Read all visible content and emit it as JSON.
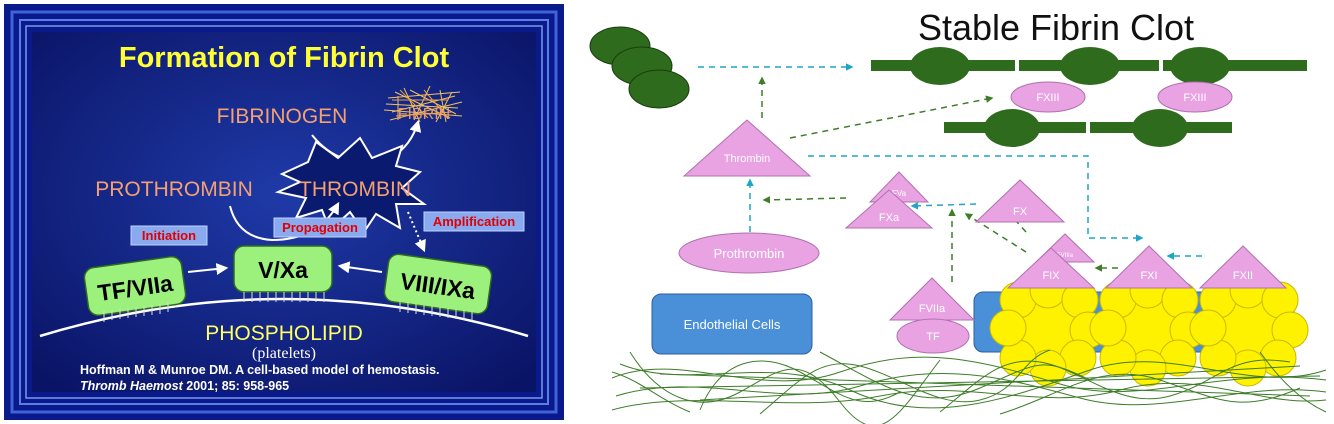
{
  "left_slide": {
    "title": "Formation of Fibrin Clot",
    "fibrinogen": "FIBRINOGEN",
    "fibrin": "FIBRIN",
    "prothrombin": "PROTHROMBIN",
    "thrombin": "THROMBIN",
    "initiation": "Initiation",
    "propagation": "Propagation",
    "amplification": "Amplification",
    "tf_viia": "TF/VIIa",
    "v_xa": "V/Xa",
    "viii_ixa": "VIII/IXa",
    "phospholipid": "PHOSPHOLIPID",
    "platelets": "(platelets)",
    "citation_line1": "Hoffman M & Munroe DM. A cell-based model of hemostasis.",
    "citation_journal": "Thromb Haemost",
    "citation_rest": " 2001; 85: 958-965",
    "colors": {
      "background": "#0a1a6e",
      "title": "#ffff33",
      "factor_text": "#f4a070",
      "label_box": "#8aaaf0",
      "label_text": "#e00000",
      "factor_box": "#9cf07c"
    }
  },
  "right_diagram": {
    "title": "Stable Fibrin Clot",
    "thrombin": "Thrombin",
    "prothrombin": "Prothrombin",
    "endothelial_cells": "Endothelial Cells",
    "fva": "FVa",
    "fxa": "FXa",
    "fx": "FX",
    "fviia": "FVIIa",
    "tf": "TF",
    "fviiia": "FVIIIa",
    "fix": "FIX",
    "fxi": "FXI",
    "fxii": "FXII",
    "fxiii_1": "FXIII",
    "fxiii_2": "FXIII",
    "colors": {
      "factor": "#e9a3e3",
      "fibrin": "#2e6b1d",
      "endothelium": "#4a90d9",
      "platelet": "#fff200",
      "arrow_green": "#3e7d2a",
      "arrow_blue": "#1fa5c9"
    }
  }
}
